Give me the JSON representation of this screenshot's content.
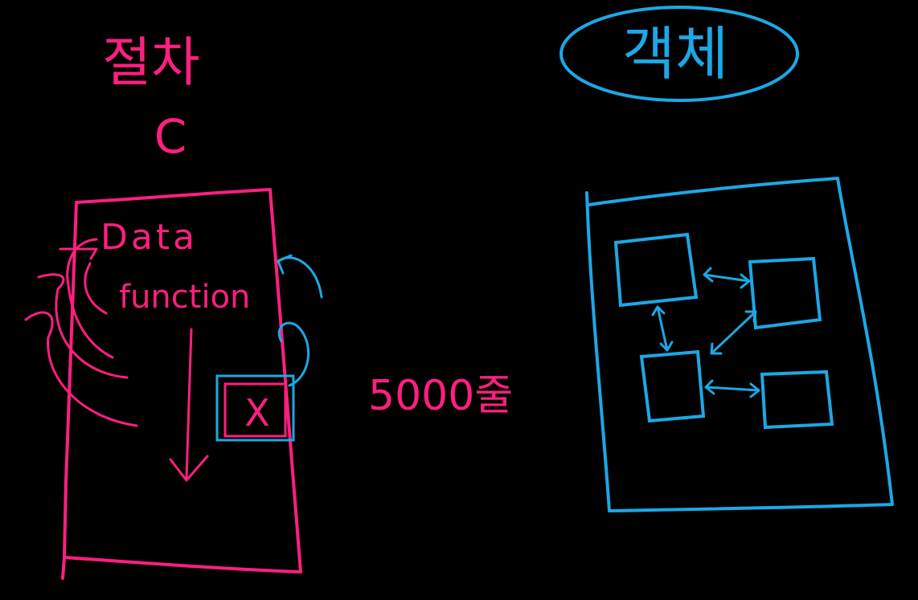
{
  "procedural": {
    "title": "절차",
    "language": "C",
    "data_label": "Data",
    "function_label": "function",
    "inner_box_label": "X",
    "line_count_label": "5000줄"
  },
  "object": {
    "title": "객체"
  },
  "colors": {
    "background": "#000000",
    "procedural_ink": "#ff1f7f",
    "object_ink": "#1ca8e6"
  }
}
